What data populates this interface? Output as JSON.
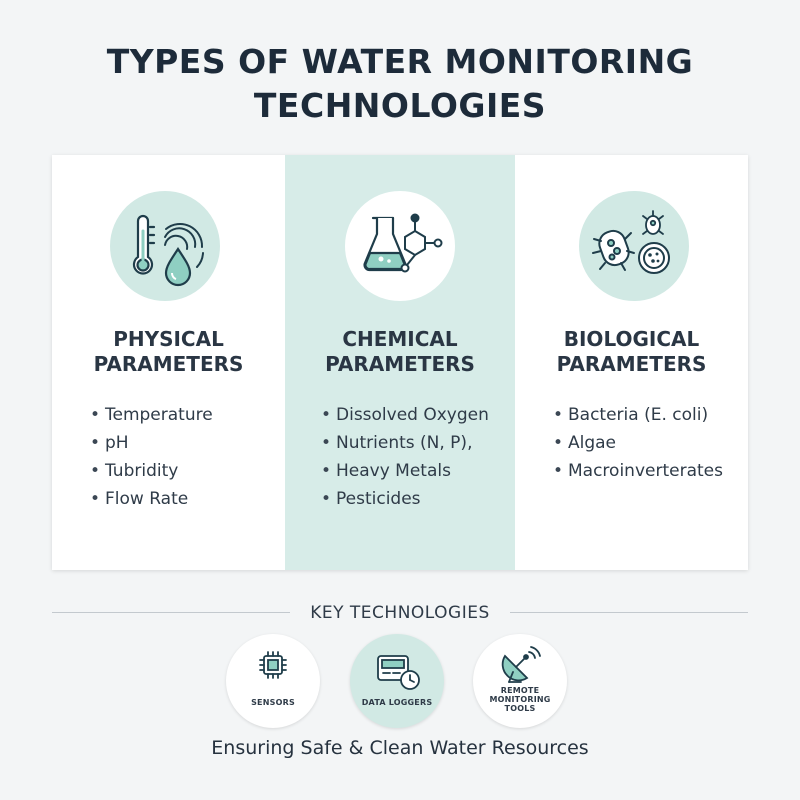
{
  "title": {
    "line1": "TYPES OF WATER MONITORING",
    "line2": "TECHNOLOGIES"
  },
  "panels": [
    {
      "heading_line1": "PHYSICAL",
      "heading_line2": "PARAMETERS",
      "icons": [
        "thermometer-icon",
        "water-drop-icon"
      ],
      "items": [
        "Temperature",
        "pH",
        "Tubridity",
        "Flow Rate"
      ]
    },
    {
      "heading_line1": "CHEMICAL",
      "heading_line2": "PARAMETERS",
      "icons": [
        "flask-icon",
        "molecule-icon"
      ],
      "items": [
        "Dissolved Oxygen",
        "Nutrients (N, P),",
        "Heavy Metals",
        "Pesticides"
      ]
    },
    {
      "heading_line1": "BIOLOGICAL",
      "heading_line2": "PARAMETERS",
      "icons": [
        "bacteria-icon",
        "petri-dish-icon"
      ],
      "items": [
        "Bacteria (E. coli)",
        "Algae",
        "Macroinverterates"
      ]
    }
  ],
  "key_technologies": {
    "label": "KEY TECHNOLOGIES",
    "items": [
      {
        "label": "SENSORS",
        "icon": "chip-icon"
      },
      {
        "label": "DATA LOGGERS",
        "icon": "data-logger-icon"
      },
      {
        "label_line1": "REMOTE",
        "label_line2": "MONITORING",
        "label_line3": "TOOLS",
        "icon": "satellite-dish-icon"
      }
    ]
  },
  "tagline": "Ensuring Safe & Clean Water Resources",
  "colors": {
    "background": "#f3f5f6",
    "accent_teal": "#d1e9e4",
    "icon_stroke": "#1f3d4a",
    "icon_fill": "#8fcfc2"
  }
}
